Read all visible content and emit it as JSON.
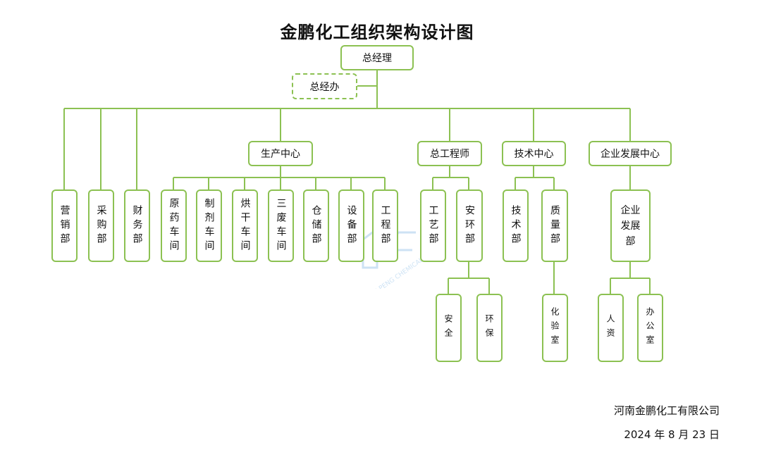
{
  "title": "金鹏化工组织架构设计图",
  "gm": "总经理",
  "gm_office": "总经办",
  "centers": {
    "production": "生产中心",
    "chief_engineer": "总工程师",
    "tech": "技术中心",
    "enterprise": "企业发展中心"
  },
  "depts": {
    "marketing": "营销部",
    "purchasing": "采购部",
    "finance": "财务部",
    "api_workshop": "原药车间",
    "formulation_workshop": "制剂车间",
    "drying_workshop": "烘干车间",
    "waste_workshop": "三废车间",
    "storage": "仓储部",
    "equipment": "设备部",
    "engineering": "工程部",
    "process": "工艺部",
    "hse": "安环部",
    "technology": "技术部",
    "quality": "质量部",
    "enterprise_dev_line1": "企业",
    "enterprise_dev_line2": "发展",
    "enterprise_dev_line3": "部"
  },
  "subs": {
    "safety": "安全",
    "env": "环保",
    "lab": "化验室",
    "hr": "人资",
    "office": "办公室"
  },
  "watermark_text": "JIN PENG CHEMICAL",
  "company": "河南金鹏化工有限公司",
  "date": "2024 年 8 月 23 日",
  "colors": {
    "line": "#8cc152",
    "watermark": "#3b8fd6"
  }
}
